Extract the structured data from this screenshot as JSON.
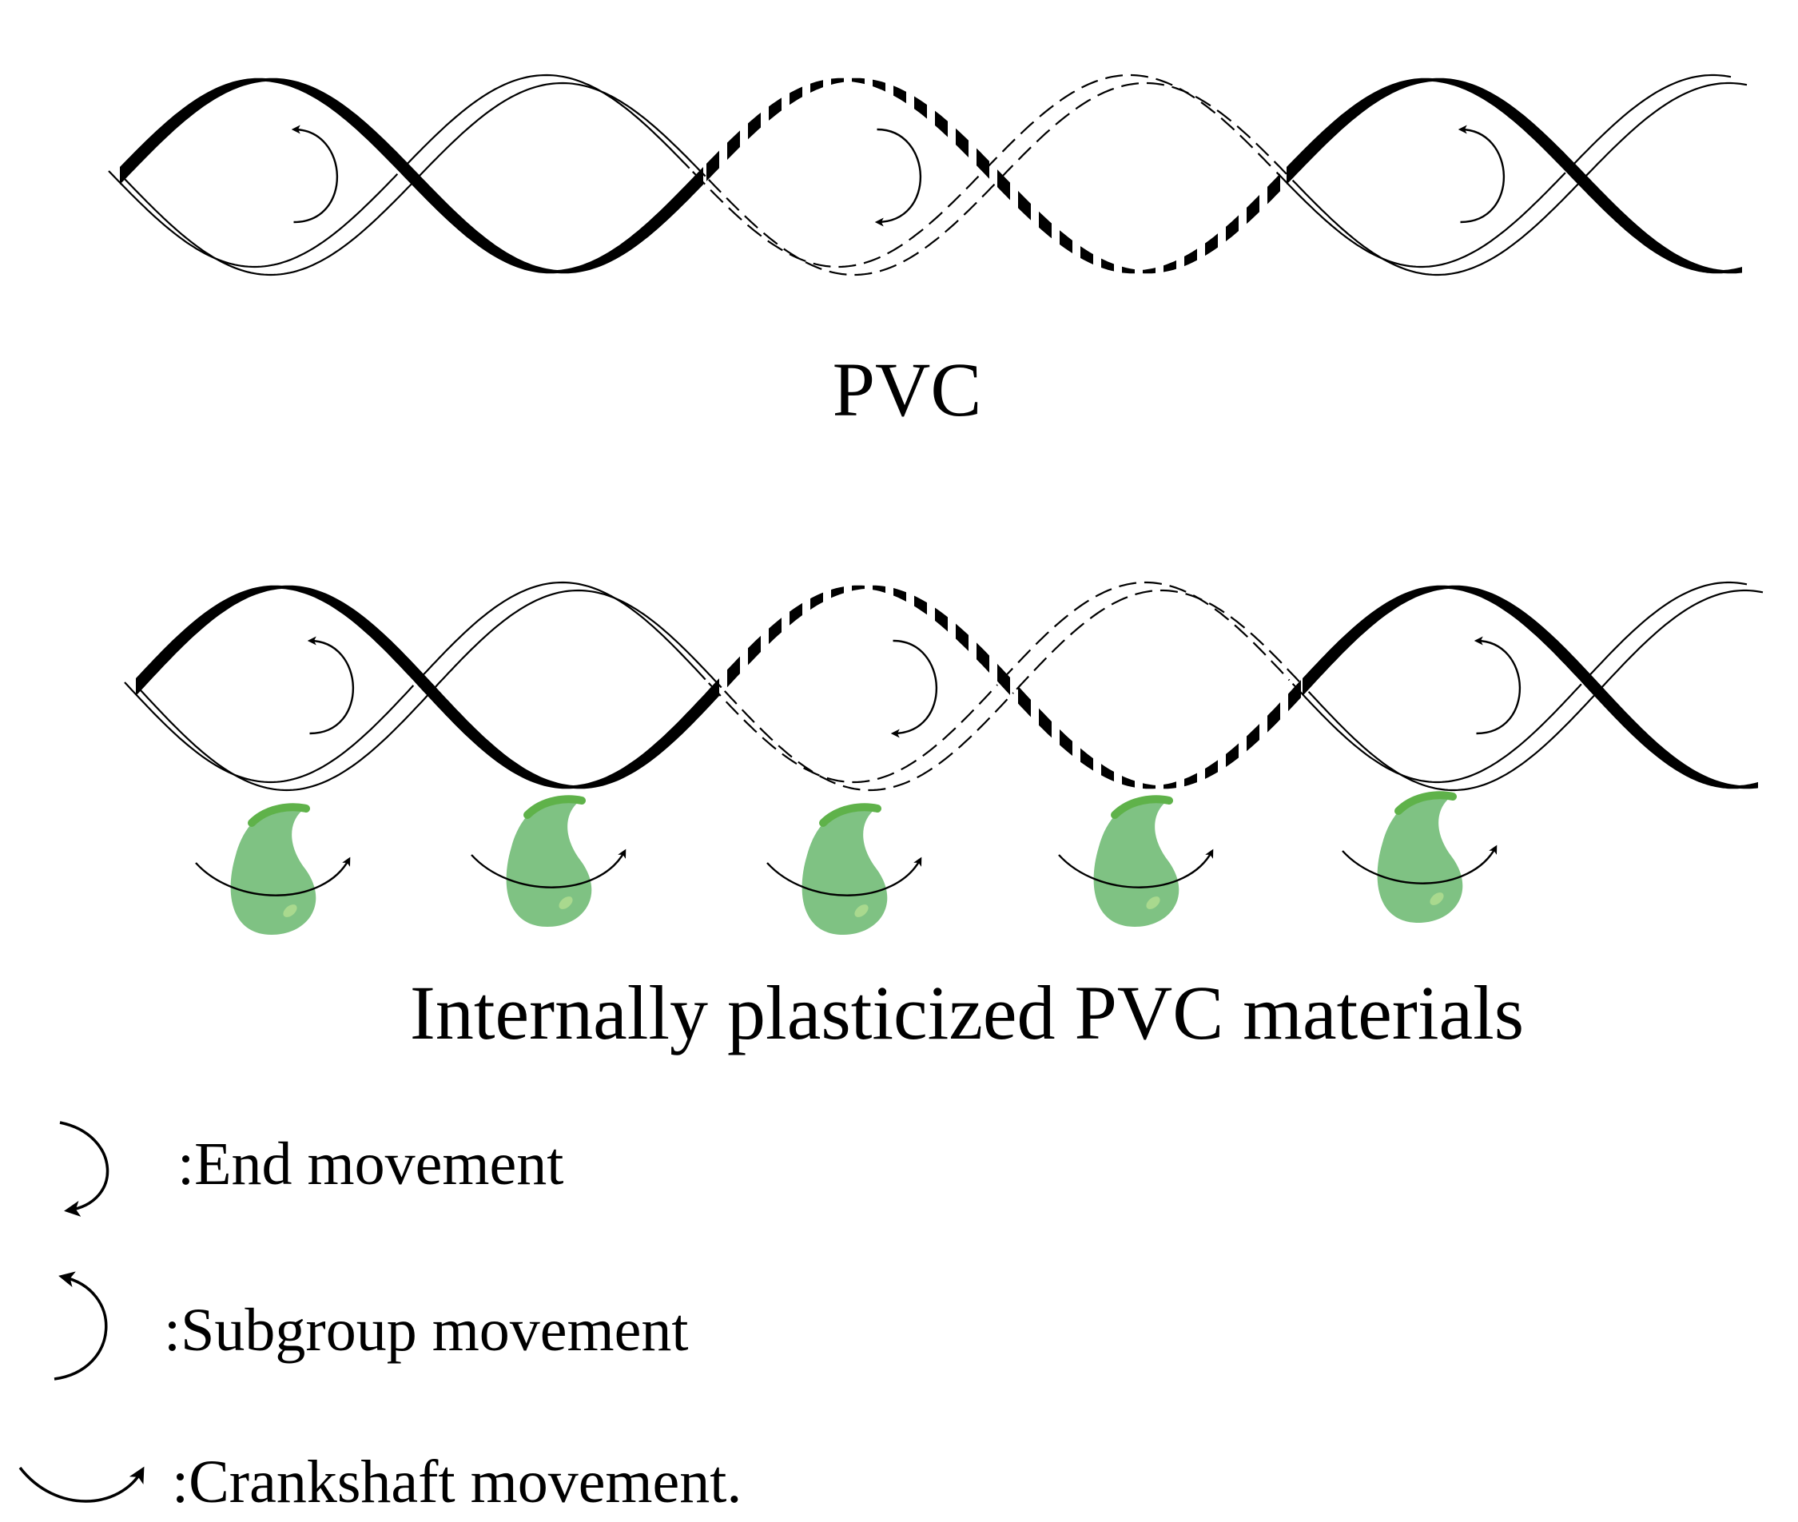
{
  "diagram": {
    "pvc_label": "PVC",
    "internal_label": "Internally plasticized PVC materials",
    "legend": {
      "end": ":End movement",
      "subgroup": ":Subgroup movement",
      "crankshaft": ":Crankshaft movement."
    }
  },
  "colors": {
    "ink": "#000000",
    "plasticizer_fill": "#7fc283",
    "plasticizer_highlight": "#a9d98e",
    "plasticizer_top": "#5fb24a",
    "background": "#ffffff"
  },
  "icons": [
    "helix-chain",
    "end-movement-arrow-icon",
    "subgroup-movement-arrow-icon",
    "crankshaft-movement-arrow-icon",
    "plasticizer-droplet-icon"
  ]
}
